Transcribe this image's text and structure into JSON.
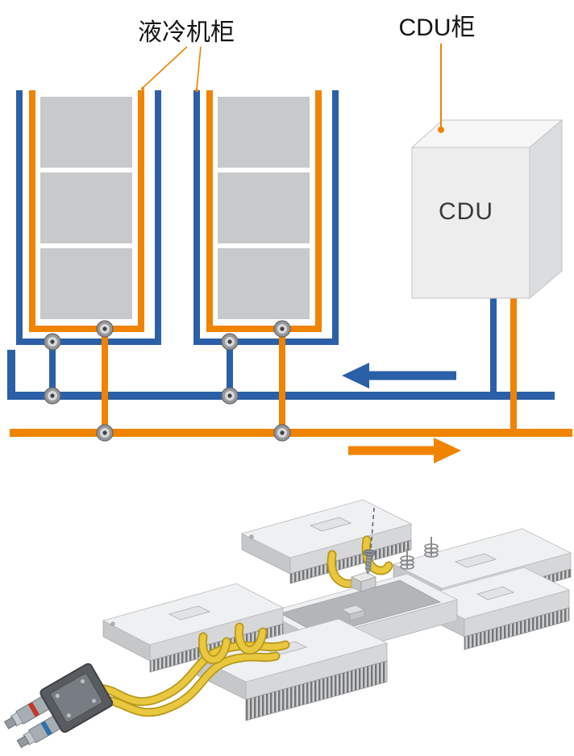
{
  "labels": {
    "cabinet": "液冷机柜",
    "cdu_cabinet": "CDU柜",
    "cdu": "CDU"
  },
  "diagram": {
    "cabinets": 2,
    "server_units_per_cabinet": 3,
    "supply_pipe_color": "#F08300",
    "return_pipe_color": "#2B5FA8",
    "supply_flow_direction": "right",
    "return_flow_direction": "left"
  },
  "illustration": {
    "tube_color": "#E9C73E",
    "coupler_band_colors": [
      "#C2392B",
      "#2F6FAE"
    ]
  }
}
